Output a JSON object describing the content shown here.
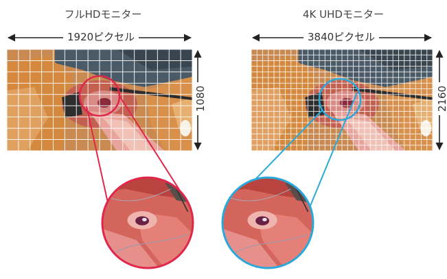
{
  "panels": [
    {
      "title": "フルHDモニター",
      "width_label": "1920ピクセル",
      "height_label": "1080",
      "accent_color": "#e0264a",
      "grid_columns": 16,
      "grid_rows": 9
    },
    {
      "title": "4K UHDモニター",
      "width_label": "3840ピクセル",
      "height_label": "2160",
      "accent_color": "#2aa8dc",
      "grid_columns": 32,
      "grid_rows": 18
    }
  ],
  "colors": {
    "arrow": "#222222",
    "grid_line": "#ffffff"
  }
}
